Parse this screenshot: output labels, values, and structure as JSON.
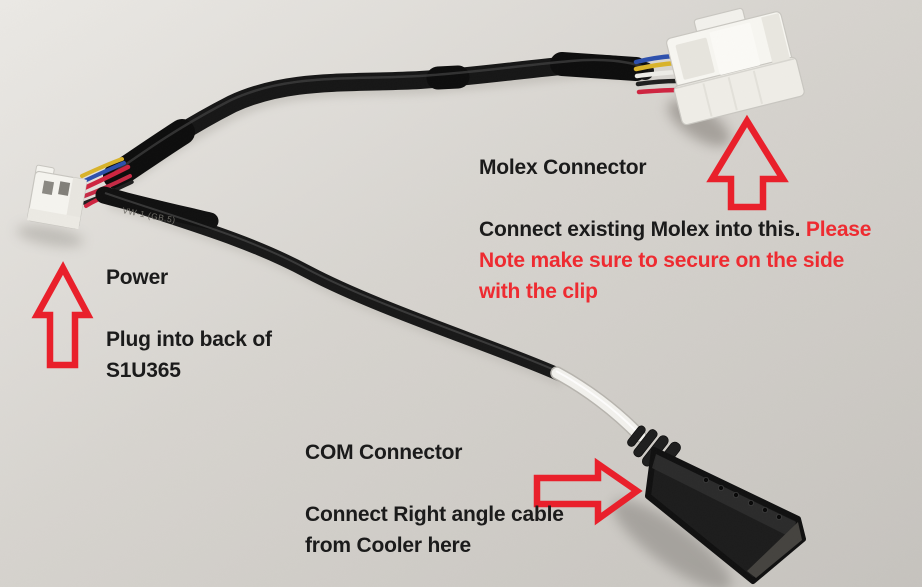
{
  "colors": {
    "background_top": "#eae8e4",
    "background_bottom": "#c7c4bf",
    "text_black": "#1b1b1b",
    "text_red": "#ee2b31",
    "arrow_red": "#e9202b"
  },
  "annotations": {
    "molex": {
      "title": "Molex Connector",
      "note_black": "Connect existing Molex into this.",
      "note_red_line1": "Please",
      "note_red_line2": "Note make sure to secure on the side",
      "note_red_line3": "with the clip"
    },
    "power": {
      "title": "Power",
      "note_line1": "Plug into back of",
      "note_line2": "S1U365"
    },
    "com": {
      "title": "COM Connector",
      "note_line1": "Connect Right angle cable",
      "note_line2": "from Cooler here"
    }
  },
  "photo": {
    "cable_print": "VW-1  (GB.5)"
  }
}
